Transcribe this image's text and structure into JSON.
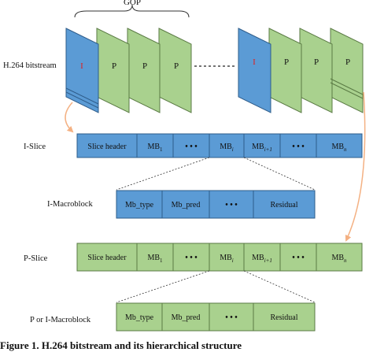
{
  "gop_label": "GOP",
  "bitstream_label": "H.264 bitstream",
  "frames": {
    "i_letter": "I",
    "p_letter": "P",
    "group1": [
      "I",
      "P",
      "P",
      "P"
    ],
    "group2": [
      "I",
      "P",
      "P",
      "P"
    ]
  },
  "i_slice": {
    "label": "I-Slice",
    "cells": [
      "Slice header",
      "MB1",
      "• • •",
      "MBi",
      "MBi+1",
      "• • •",
      "MBn"
    ]
  },
  "i_macroblock": {
    "label": "I-Macroblock",
    "cells": [
      "Mb_type",
      "Mb_pred",
      "• • •",
      "Residual"
    ]
  },
  "p_slice": {
    "label": "P-Slice",
    "cells": [
      "Slice header",
      "MB1",
      "• • •",
      "MBi",
      "MBi+1",
      "• • •",
      "MBn"
    ]
  },
  "p_macroblock": {
    "label": "P or I-Macroblock",
    "cells": [
      "Mb_type",
      "Mb_pred",
      "• • •",
      "Residual"
    ]
  },
  "caption": "Figure 1. H.264 bitstream and its hierarchical structure",
  "colors": {
    "blue_fill": "#5b9bd5",
    "green_fill": "#a9d18e",
    "slice_blue": "#5b9bd5",
    "slice_green": "#a9d18e",
    "arrow": "#f4b183",
    "i_letter": "#e02020"
  }
}
